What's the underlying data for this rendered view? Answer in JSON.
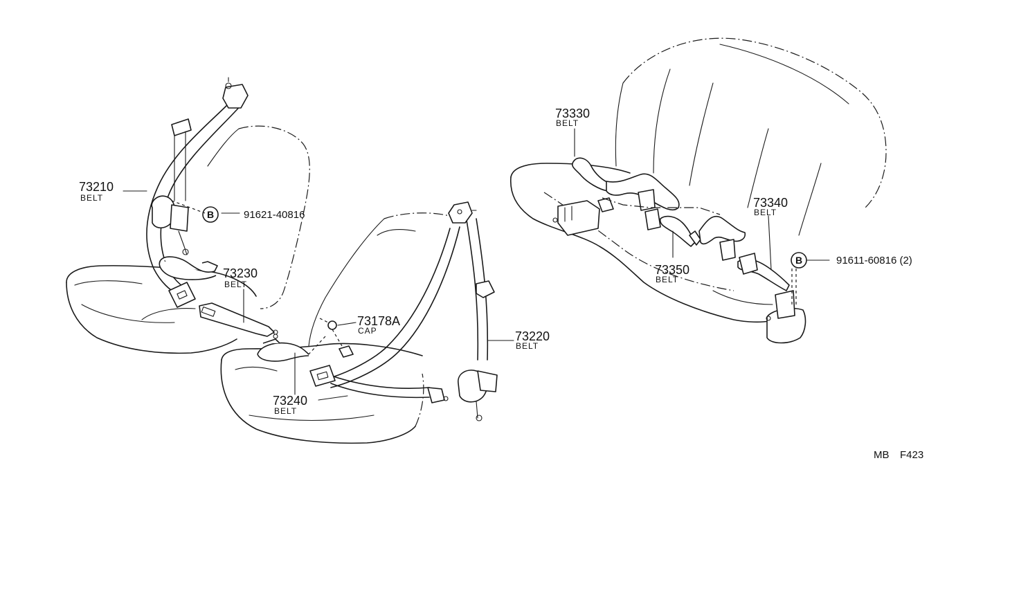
{
  "callouts": {
    "c73210": {
      "part_no": "73210",
      "name": "BELT"
    },
    "c73230": {
      "part_no": "73230",
      "name": "BELT"
    },
    "c73178A": {
      "part_no": "73178A",
      "name": "CAP"
    },
    "c73220": {
      "part_no": "73220",
      "name": "BELT"
    },
    "c73240": {
      "part_no": "73240",
      "name": "BELT"
    },
    "c73330": {
      "part_no": "73330",
      "name": "BELT"
    },
    "c73340": {
      "part_no": "73340",
      "name": "BELT"
    },
    "c73350": {
      "part_no": "73350",
      "name": "BELT"
    },
    "bolt1": {
      "letter": "B",
      "ref": "91621-40816"
    },
    "bolt2": {
      "letter": "B",
      "ref": "91611-60816 (2)"
    }
  },
  "footer": {
    "left_code": "MB",
    "right_code": "F423"
  }
}
